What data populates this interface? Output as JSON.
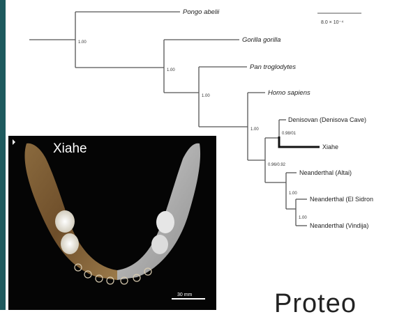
{
  "tree": {
    "leaves": {
      "pongo": "Pongo abelii",
      "gorilla": "Gorilla gorilla",
      "pan": "Pan troglodytes",
      "homo": "Homo sapiens",
      "denisovan": "Denisovan (Denisova Cave)",
      "xiahe": "Xiahe",
      "neand_altai": "Neanderthal (Altai)",
      "neand_elsidron": "Neanderthal (El Sidron",
      "neand_vindija": "Neanderthal (Vindija)"
    },
    "supports": {
      "root": "1.00",
      "n_gorilla": "1.00",
      "n_pan": "1.00",
      "n_homo": "1.00",
      "n_archaic": "0.96/0.92",
      "n_denisovan": "0.98/01",
      "n_neand": "1.00",
      "n_neand_sub": "1.00"
    },
    "scale_label": "8.0 × 10⁻⁴"
  },
  "jaw_panel": {
    "title": "Xiahe",
    "scale_label": "30 mm"
  },
  "bottom_text": "Proteo"
}
